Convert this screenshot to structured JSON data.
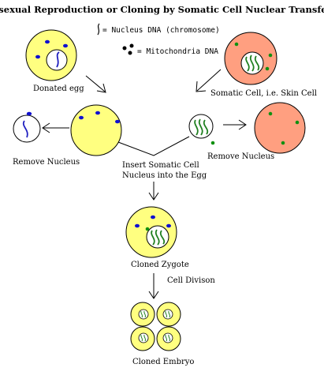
{
  "title": "Asexual Reproduction or Cloning by Somatic Cell Nuclear Transfer",
  "legend": {
    "nucleus_dna": "= Nucleus DNA (chromosome)",
    "mito_dna": "= Mitochondria DNA"
  },
  "labels": {
    "donated_egg": "Donated egg",
    "somatic_cell": "Somatic Cell,  i.e. Skin Cell",
    "remove_nucleus_left": "Remove Nucleus",
    "remove_nucleus_right": "Remove Nucleus",
    "insert_line1": "Insert Somatic Cell",
    "insert_line2": "Nucleus into the Egg",
    "cloned_zygote": "Cloned Zygote",
    "cell_division": "Cell Divison",
    "cloned_embryo": "Cloned Embryo"
  },
  "colors": {
    "egg_fill": "#ffff80",
    "somatic_fill": "#ff9f80",
    "nucleus_fill": "#ffffff",
    "egg_dna": "#2020c0",
    "egg_mito": "#1010d0",
    "somatic_dna": "#208020",
    "somatic_mito": "#109010",
    "outline": "#000000"
  }
}
